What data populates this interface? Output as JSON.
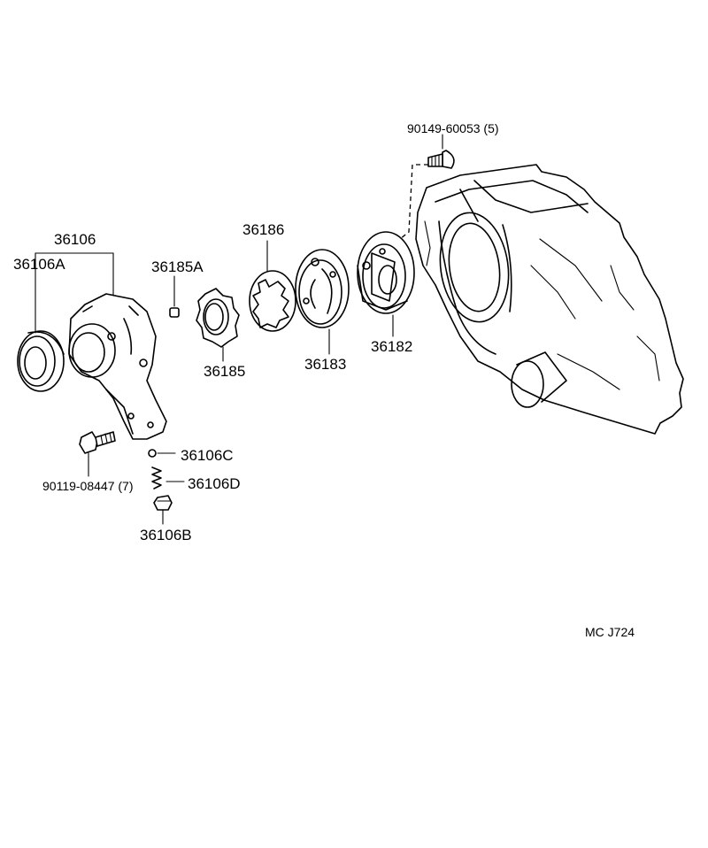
{
  "labels": {
    "p36106": "36106",
    "p36106A": "36106A",
    "p36185A": "36185A",
    "p36186": "36186",
    "p36185": "36185",
    "p36183": "36183",
    "p36182": "36182",
    "p90149": "90149-60053 (5)",
    "p90119": "90119-08447 (7)",
    "p36106C": "36106C",
    "p36106D": "36106D",
    "p36106B": "36106B",
    "code": "MC  J724"
  }
}
